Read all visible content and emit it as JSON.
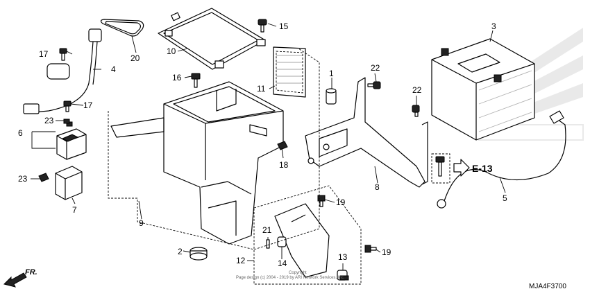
{
  "diagram": {
    "diagram_code": "MJA4F3700",
    "direction_label": "FR.",
    "reference_label": "E-13",
    "copyright_lines": [
      "Copyright",
      "Page design (c) 2004 - 2019 by ARI Network Services, Inc."
    ],
    "callouts": [
      {
        "id": "c1",
        "label": "1"
      },
      {
        "id": "c2",
        "label": "2"
      },
      {
        "id": "c3",
        "label": "3"
      },
      {
        "id": "c4",
        "label": "4"
      },
      {
        "id": "c5",
        "label": "5"
      },
      {
        "id": "c6",
        "label": "6"
      },
      {
        "id": "c7",
        "label": "7"
      },
      {
        "id": "c8",
        "label": "8"
      },
      {
        "id": "c9",
        "label": "9"
      },
      {
        "id": "c10",
        "label": "10"
      },
      {
        "id": "c11",
        "label": "11"
      },
      {
        "id": "c12",
        "label": "12"
      },
      {
        "id": "c13",
        "label": "13"
      },
      {
        "id": "c14",
        "label": "14"
      },
      {
        "id": "c15",
        "label": "15"
      },
      {
        "id": "c16",
        "label": "16"
      },
      {
        "id": "c17a",
        "label": "17"
      },
      {
        "id": "c17b",
        "label": "17"
      },
      {
        "id": "c18",
        "label": "18"
      },
      {
        "id": "c19a",
        "label": "19"
      },
      {
        "id": "c19b",
        "label": "19"
      },
      {
        "id": "c20",
        "label": "20"
      },
      {
        "id": "c21",
        "label": "21"
      },
      {
        "id": "c22a",
        "label": "22"
      },
      {
        "id": "c22b",
        "label": "22"
      },
      {
        "id": "c23a",
        "label": "23"
      },
      {
        "id": "c23b",
        "label": "23"
      }
    ]
  }
}
